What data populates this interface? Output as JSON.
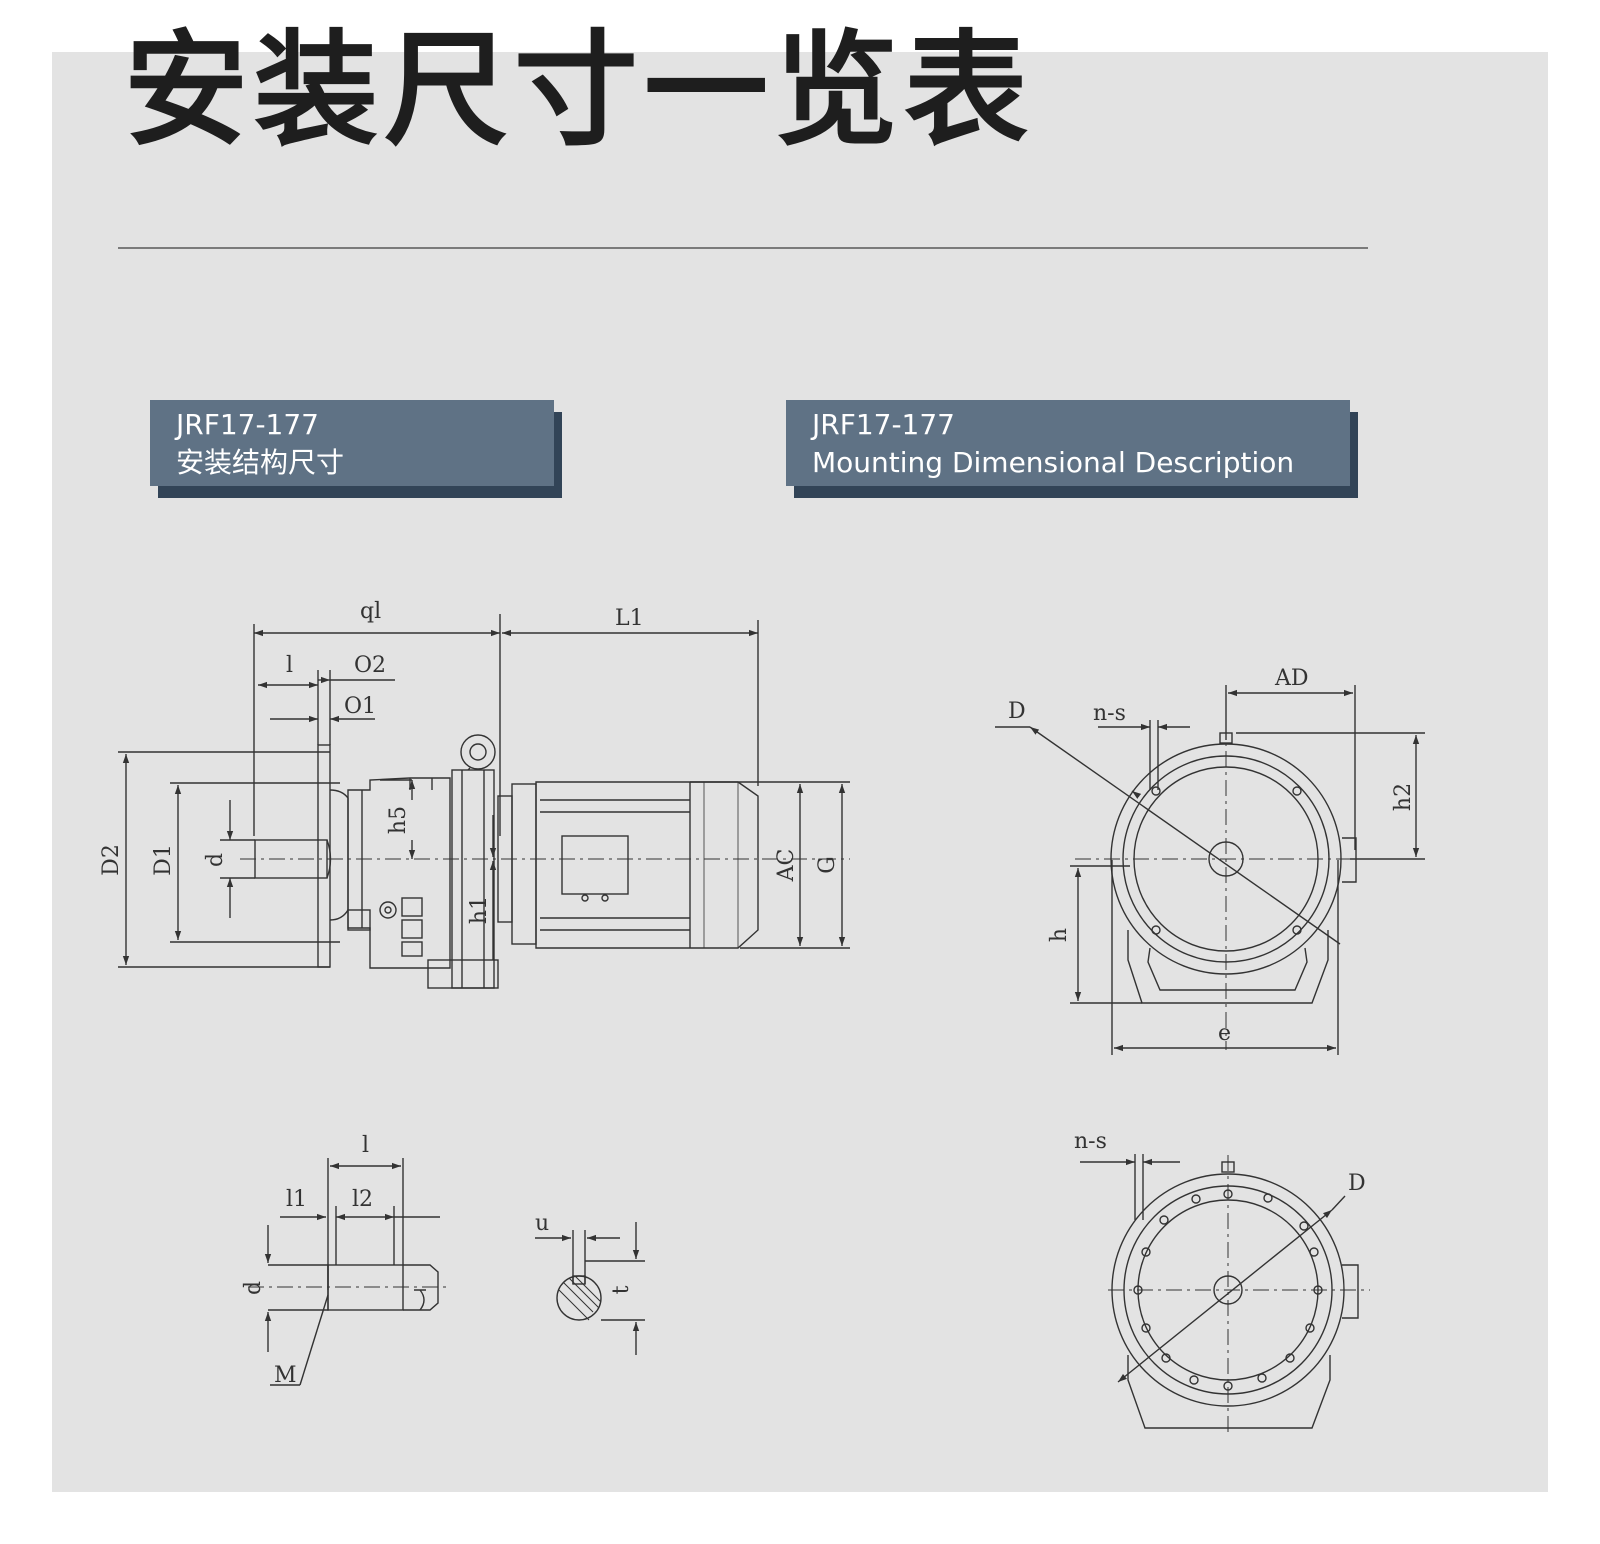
{
  "page": {
    "title": "安装尺寸一览表"
  },
  "header_left": {
    "model": "JRF17-177",
    "subtitle": "安装结构尺寸"
  },
  "header_right": {
    "model": "JRF17-177",
    "subtitle": "Mounting Dimensional Description"
  },
  "labels": {
    "side_view": {
      "q1": "ql",
      "L1": "L1",
      "l": "l",
      "O2": "O2",
      "O1": "O1",
      "D2": "D2",
      "D1": "D1",
      "d": "d",
      "h5": "h5",
      "h1": "h1",
      "AC": "AC",
      "G": "G"
    },
    "front_view": {
      "AD": "AD",
      "D": "D",
      "ns": "n-s",
      "h2": "h2",
      "h": "h",
      "e": "e"
    },
    "shaft_detail": {
      "l": "l",
      "l1": "l1",
      "l2": "l2",
      "d": "d",
      "M": "M"
    },
    "key_section": {
      "u": "u",
      "t": "t"
    },
    "flange_view": {
      "ns": "n-s",
      "D": "D"
    }
  }
}
